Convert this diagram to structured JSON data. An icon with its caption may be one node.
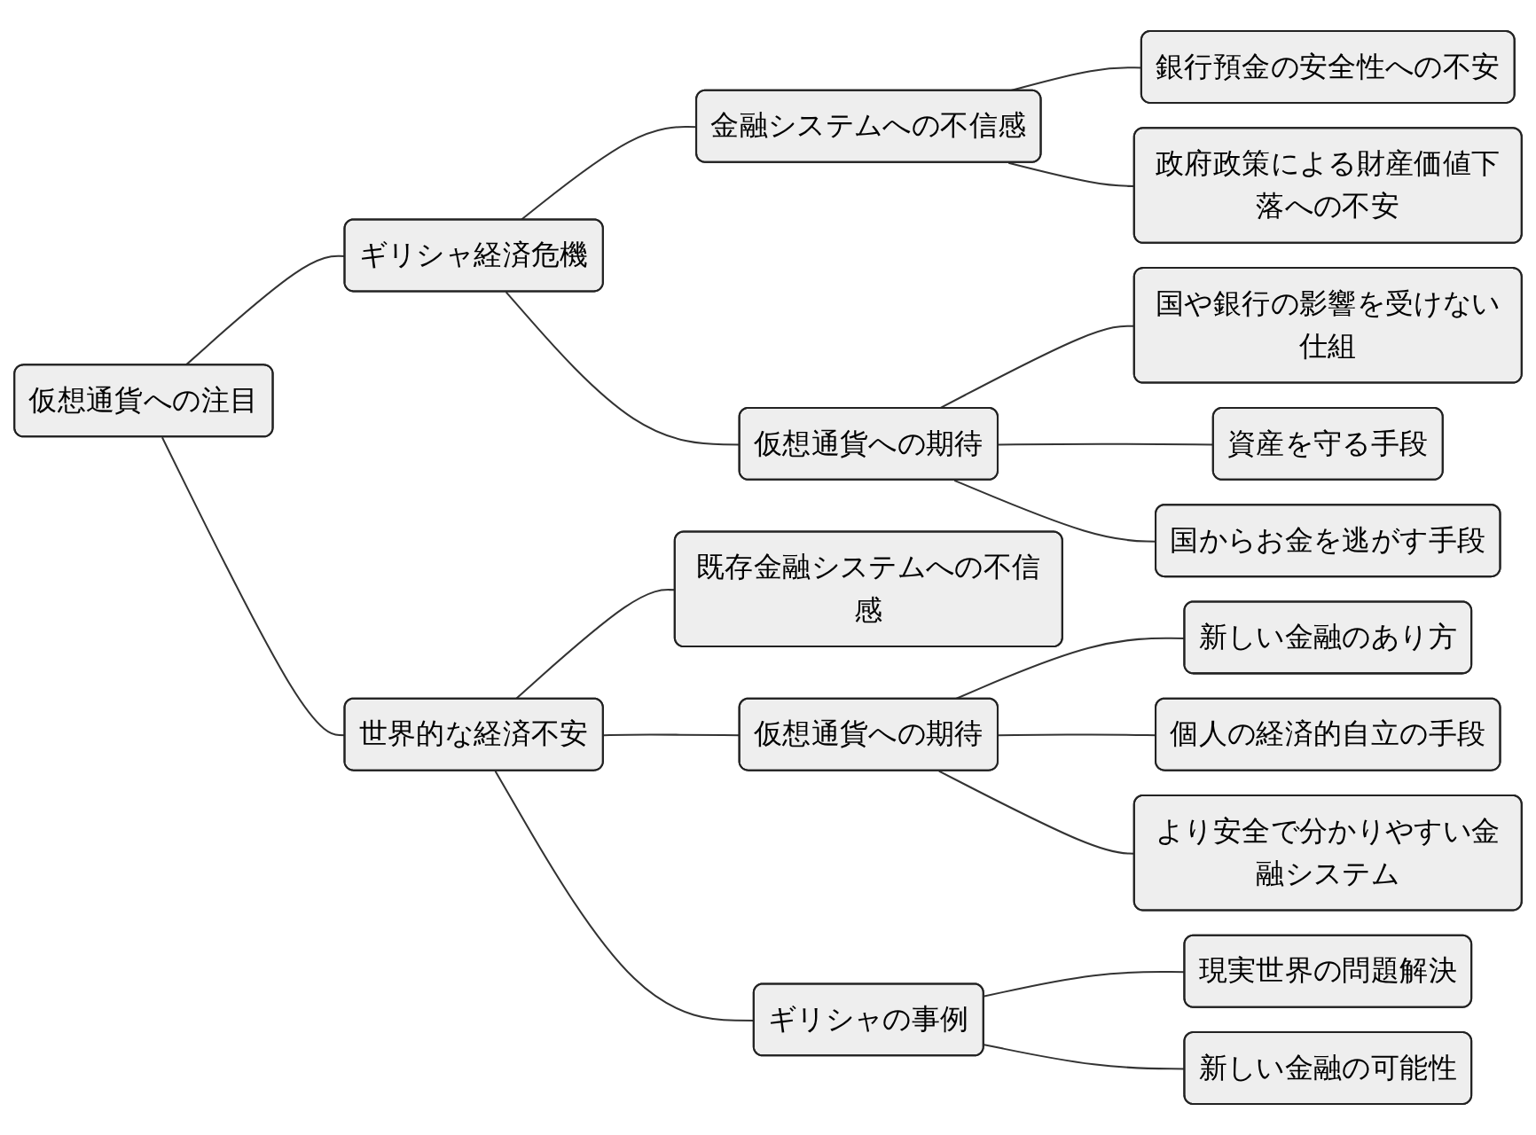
{
  "diagram": {
    "nodes": [
      {
        "text": [
          "仮想通貨への注目"
        ]
      },
      {
        "text": [
          "ギリシャ経済危機"
        ]
      },
      {
        "text": [
          "金融システムへの不信感"
        ]
      },
      {
        "text": [
          "銀行預金の安全性への不安"
        ]
      },
      {
        "text": [
          "政府政策による財産価値下落への不安"
        ]
      },
      {
        "text": [
          "仮想通貨への期待"
        ]
      },
      {
        "text": [
          "国や銀行の影響を受けない仕組"
        ]
      },
      {
        "text": [
          "資産を守る手段"
        ]
      },
      {
        "text": [
          "国からお金を逃がす手段"
        ]
      },
      {
        "text": [
          "世界的な経済不安"
        ]
      },
      {
        "text": [
          "既存金融システムへの不信感"
        ]
      },
      {
        "text": [
          "仮想通貨への期待"
        ]
      },
      {
        "text": [
          "新しい金融のあり方"
        ]
      },
      {
        "text": [
          "個人の経済的自立の手段"
        ]
      },
      {
        "text": [
          "より安全で分かりやすい金融システム"
        ]
      },
      {
        "text": [
          "ギリシャの事例"
        ]
      },
      {
        "text": [
          "現実世界の問題解決"
        ]
      },
      {
        "text": [
          "新しい金融の可能性"
        ]
      }
    ],
    "edges": [
      {
        "from": 0,
        "to": 1,
        "arrow": "none"
      },
      {
        "from": 1,
        "to": 2,
        "arrow": "none"
      },
      {
        "from": 2,
        "to": 3,
        "arrow": "none"
      },
      {
        "from": 2,
        "to": 4,
        "arrow": "none"
      },
      {
        "from": 1,
        "to": 5,
        "arrow": "none"
      },
      {
        "from": 5,
        "to": 6,
        "arrow": "none"
      },
      {
        "from": 5,
        "to": 7,
        "arrow": "none"
      },
      {
        "from": 5,
        "to": 8,
        "arrow": "none"
      },
      {
        "from": 0,
        "to": 9,
        "arrow": "none"
      },
      {
        "from": 9,
        "to": 10,
        "arrow": "none"
      },
      {
        "from": 9,
        "to": 11,
        "arrow": "none"
      },
      {
        "from": 11,
        "to": 12,
        "arrow": "none"
      },
      {
        "from": 11,
        "to": 13,
        "arrow": "none"
      },
      {
        "from": 11,
        "to": 14,
        "arrow": "none"
      },
      {
        "from": 9,
        "to": 15,
        "arrow": "none"
      },
      {
        "from": 15,
        "to": 16,
        "arrow": "none"
      },
      {
        "from": 15,
        "to": 17,
        "arrow": "none"
      }
    ]
  }
}
